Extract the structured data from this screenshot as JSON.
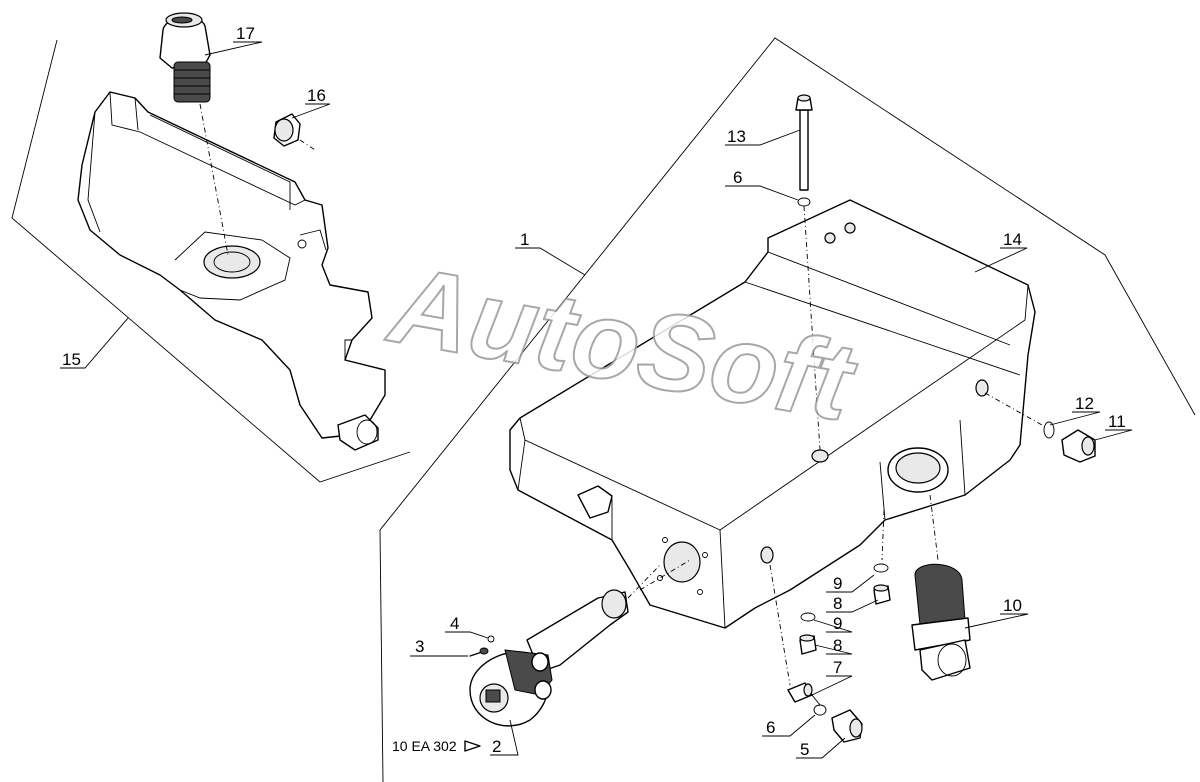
{
  "watermark": "AutoSoft",
  "reference_code": "10 EA 302",
  "labels": {
    "l1": "1",
    "l2": "2",
    "l3": "3",
    "l4": "4",
    "l5": "5",
    "l6a": "6",
    "l6b": "6",
    "l7": "7",
    "l8a": "8",
    "l8b": "8",
    "l9a": "9",
    "l9b": "9",
    "l10": "10",
    "l11": "11",
    "l12": "12",
    "l13": "13",
    "l14": "14",
    "l15": "15",
    "l16": "16",
    "l17": "17"
  }
}
